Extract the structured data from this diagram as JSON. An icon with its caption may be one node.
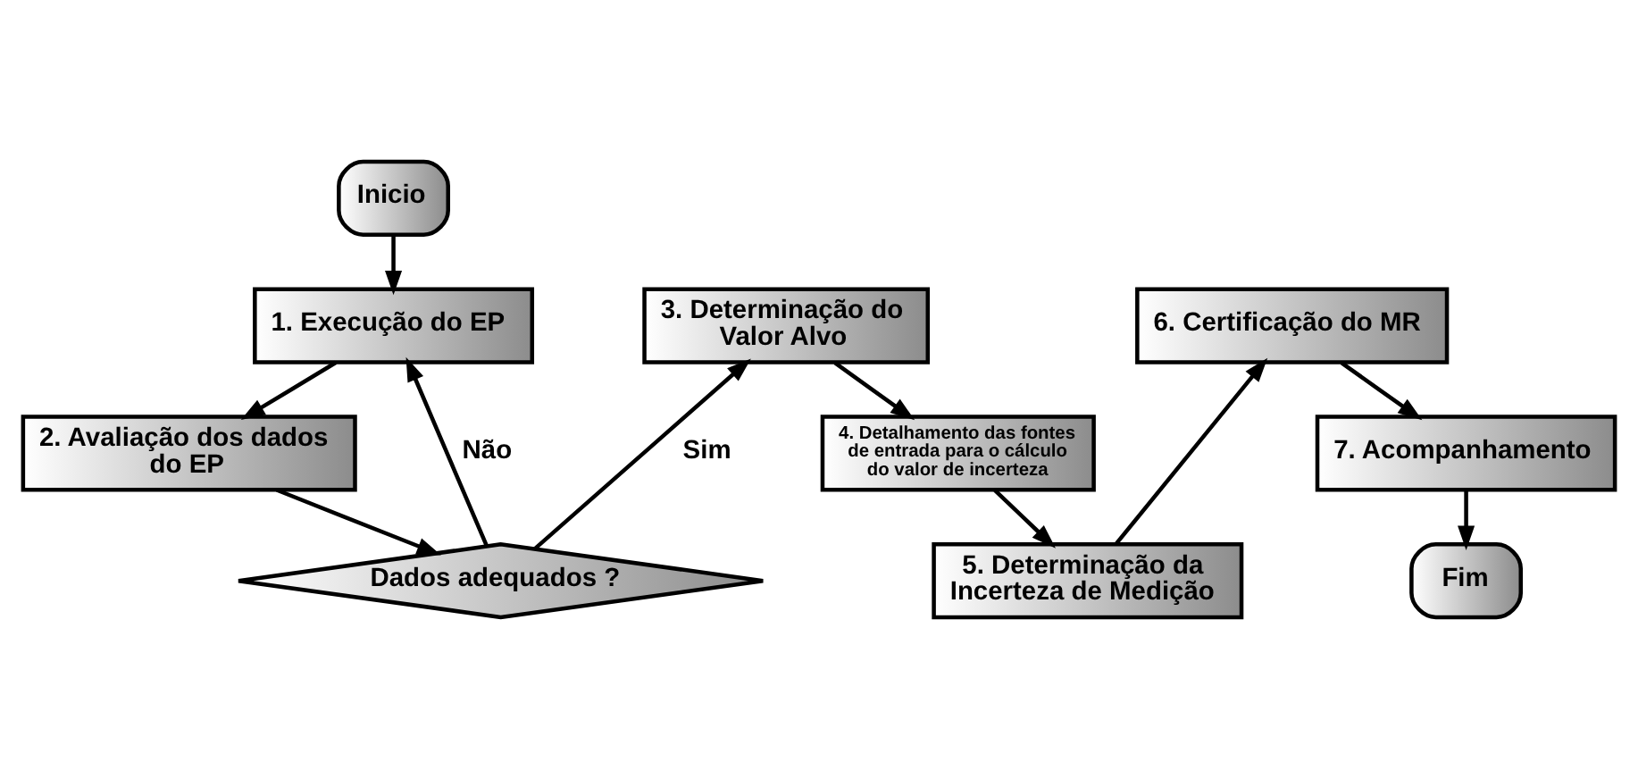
{
  "diagram": {
    "nodes": [
      {
        "text": [
          "Inicio"
        ]
      },
      {
        "text": [
          "1. Execução do EP"
        ]
      },
      {
        "text": [
          "2. Avaliação dos dados do EP"
        ]
      },
      {
        "text": [
          "Dados adequados ?"
        ]
      },
      {
        "text": [
          "3. Determinação do Valor Alvo"
        ]
      },
      {
        "text": [
          "4. Detalhamento das fontes de entrada para o cálculo do valor de incerteza"
        ]
      },
      {
        "text": [
          "5. Determinação da Incerteza de Medição"
        ]
      },
      {
        "text": [
          "6. Certificação do MR"
        ]
      },
      {
        "text": [
          "7. Acompanhamento"
        ]
      },
      {
        "text": [
          "Fim"
        ]
      }
    ],
    "edges": [
      {
        "from": 0,
        "to": 1,
        "arrow": "to"
      },
      {
        "from": 1,
        "to": 2,
        "arrow": "to"
      },
      {
        "from": 2,
        "to": 3,
        "arrow": "to"
      },
      {
        "from": 3,
        "to": 1,
        "arrow": "to",
        "label": "Não"
      },
      {
        "from": 3,
        "to": 4,
        "arrow": "to",
        "label": "Sim"
      },
      {
        "from": 4,
        "to": 5,
        "arrow": "to"
      },
      {
        "from": 5,
        "to": 6,
        "arrow": "to"
      },
      {
        "from": 6,
        "to": 7,
        "arrow": "to"
      },
      {
        "from": 7,
        "to": 8,
        "arrow": "to"
      },
      {
        "from": 8,
        "to": 9,
        "arrow": "to"
      }
    ]
  }
}
